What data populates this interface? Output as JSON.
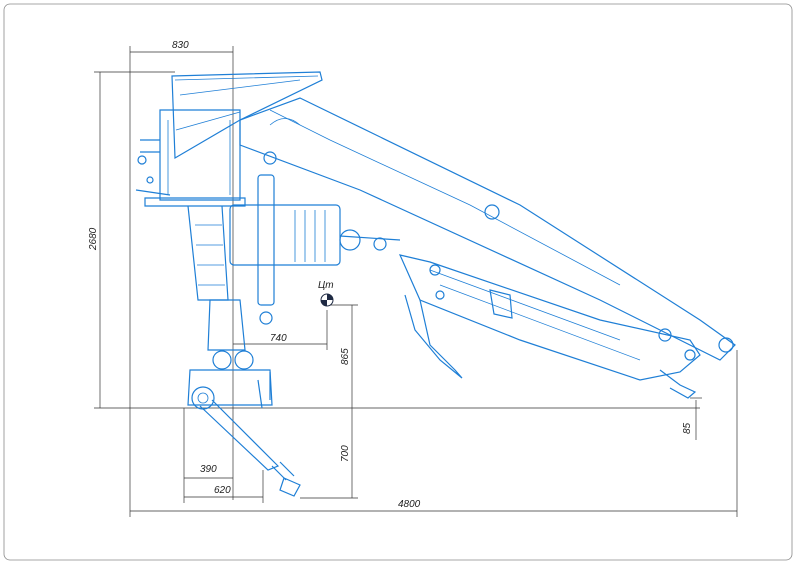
{
  "dimensions": {
    "top_width": "830",
    "total_height": "2680",
    "cg_horizontal": "740",
    "cg_vertical": "865",
    "outrigger_offset": "390",
    "outrigger_reach": "620",
    "below_base": "700",
    "total_reach": "4800",
    "boom_tip_drop": "85"
  },
  "labels": {
    "center_of_gravity": "Цт"
  },
  "colors": {
    "drawing": "#1f7fd6",
    "dimension": "#333333",
    "frame": "#8a8a8a"
  }
}
